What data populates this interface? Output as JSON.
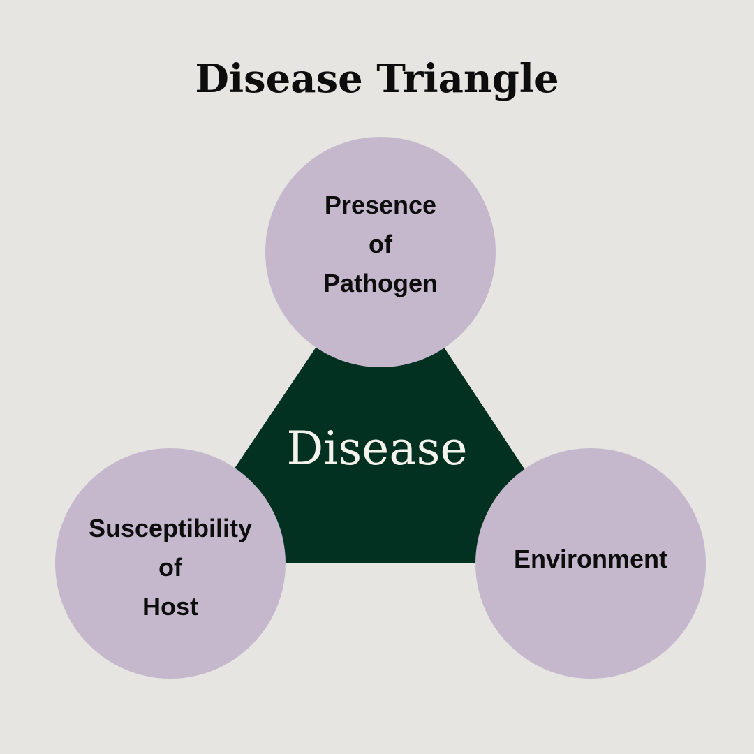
{
  "title": "Disease Triangle",
  "center": {
    "label": "Disease"
  },
  "factors": {
    "top": {
      "lines": [
        "Presence",
        "of",
        "Pathogen"
      ]
    },
    "left": {
      "lines": [
        "Susceptibility",
        "of",
        "Host"
      ]
    },
    "right": {
      "lines": [
        "Environment"
      ]
    }
  },
  "colors": {
    "background": "#e6e5e1",
    "triangle": "#033121",
    "circle": "#c5b8cd",
    "center_text": "#f4f2ec",
    "text": "#0d0d0d"
  }
}
